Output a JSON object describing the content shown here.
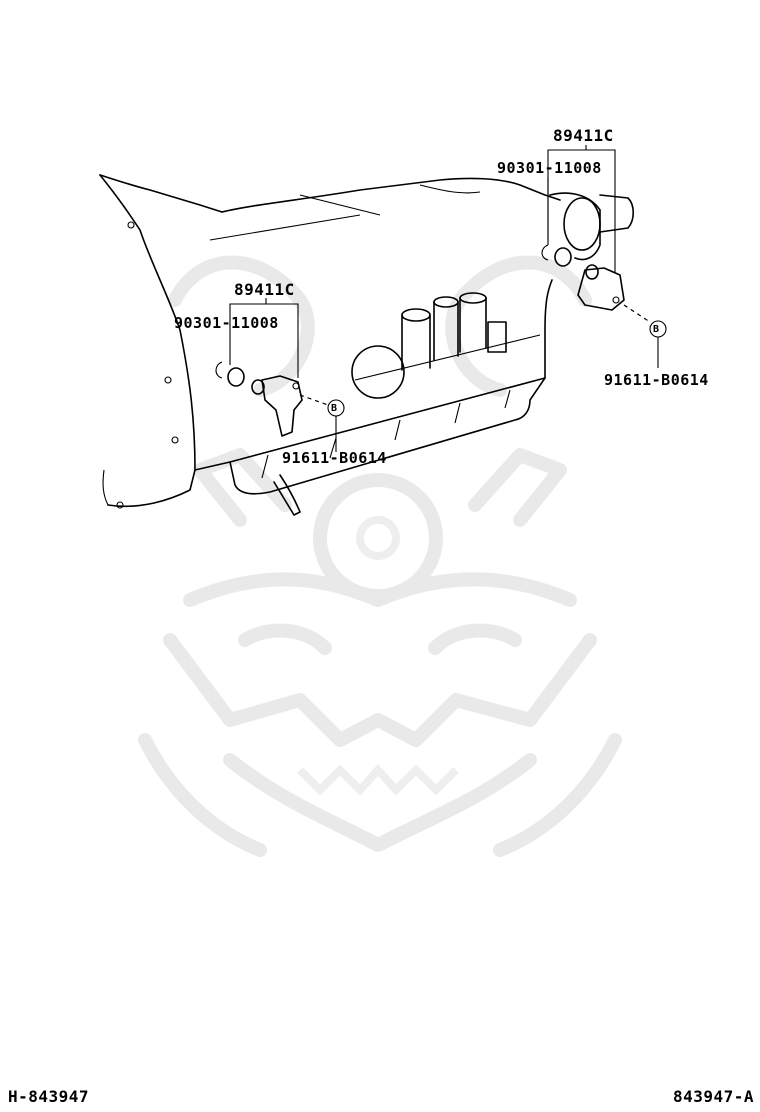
{
  "callouts": {
    "assembly_right": "89411C",
    "oring_right": "90301-11008",
    "bolt_right": "91611-B0614",
    "assembly_left": "89411C",
    "oring_left": "90301-11008",
    "bolt_left": "91611-B0614",
    "bolt_marker_letter": "B"
  },
  "footer": {
    "figure_id_left": "H-843947",
    "figure_id_right": "843947-A"
  },
  "watermark": {
    "icon": "samurai-helmet-mask-watermark"
  }
}
